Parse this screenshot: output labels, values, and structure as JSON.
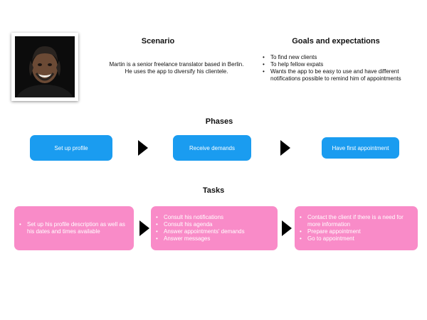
{
  "scenario": {
    "title": "Scenario",
    "text_line1": "Martin is a senior freelance translator based in Berlin.",
    "text_line2": "He uses the app to diversify his clientele."
  },
  "goals": {
    "title": "Goals and expectations",
    "items": [
      "To find new clients",
      "To help fellow expats",
      "Wants the app to be easy to use and have different notifications possible to remind him of appointments"
    ]
  },
  "phases": {
    "title": "Phases",
    "items": [
      "Set up profile",
      "Receive demands",
      "Have first appointment"
    ]
  },
  "tasks": {
    "title": "Tasks",
    "groups": [
      [
        "Set up his profile description as well as his dates and times available"
      ],
      [
        "Consult his notifications",
        "Consult his agenda",
        "Answer appointments' demands",
        "Answer messages"
      ],
      [
        "Contact the client if there is a need for more information",
        "Prepare appointment",
        "Go to appointment"
      ]
    ]
  },
  "colors": {
    "phase": "#1a9cf0",
    "task": "#f98bc8",
    "arrow": "#000000"
  },
  "icons": {
    "arrow": "right-triangle-arrow"
  }
}
